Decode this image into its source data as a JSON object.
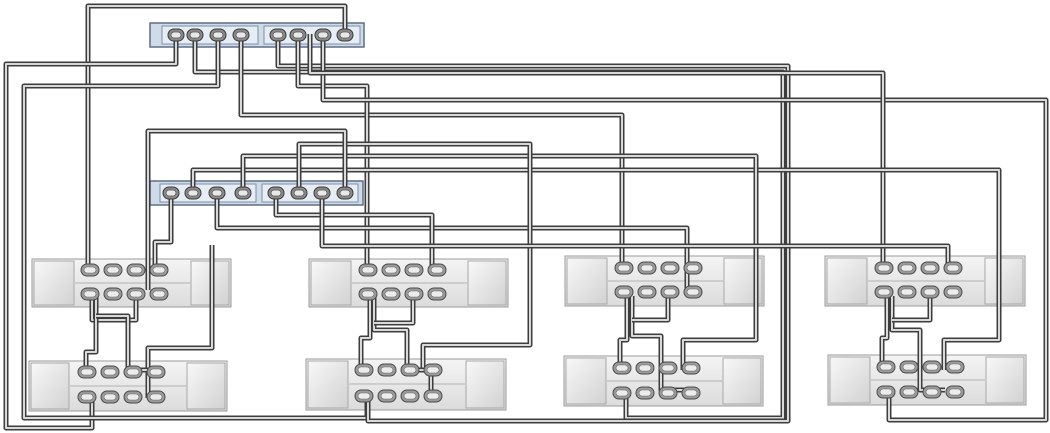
{
  "colors": {
    "cable": "#3e3e3e",
    "cable_highlight": "#d9d9d9",
    "switch_fill": "#cfdbe9",
    "enclosure_fill": "#e9e9e9"
  },
  "switches": [
    {
      "id": "switch-top",
      "ports_per_group": 4,
      "groups": 2
    },
    {
      "id": "switch-middle",
      "ports_per_group": 4,
      "groups": 2
    }
  ],
  "enclosures": [
    {
      "id": "enclosure-1-upper"
    },
    {
      "id": "enclosure-1-lower"
    },
    {
      "id": "enclosure-2-upper"
    },
    {
      "id": "enclosure-2-lower"
    },
    {
      "id": "enclosure-3-upper"
    },
    {
      "id": "enclosure-3-lower"
    },
    {
      "id": "enclosure-4-upper"
    },
    {
      "id": "enclosure-4-lower"
    }
  ],
  "cable_count": 24
}
